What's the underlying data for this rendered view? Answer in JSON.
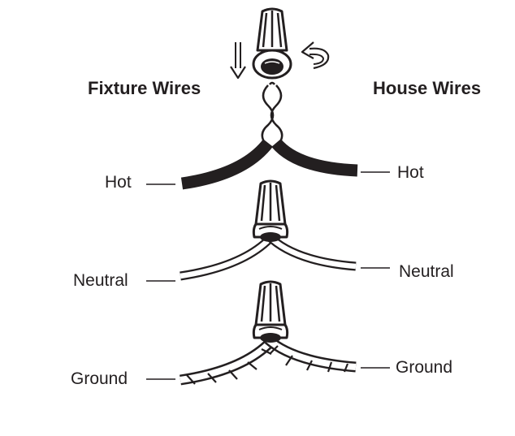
{
  "headers": {
    "fixture": "Fixture Wires",
    "house": "House Wires"
  },
  "labels": {
    "hot_left": "Hot",
    "hot_right": "Hot",
    "neutral_left": "Neutral",
    "neutral_right": "Neutral",
    "ground_left": "Ground",
    "ground_right": "Ground"
  },
  "icons": [
    "wire-nut-icon",
    "down-arrow-icon",
    "twist-arrow-icon"
  ],
  "colors": {
    "ink": "#231f20",
    "background": "#ffffff"
  }
}
